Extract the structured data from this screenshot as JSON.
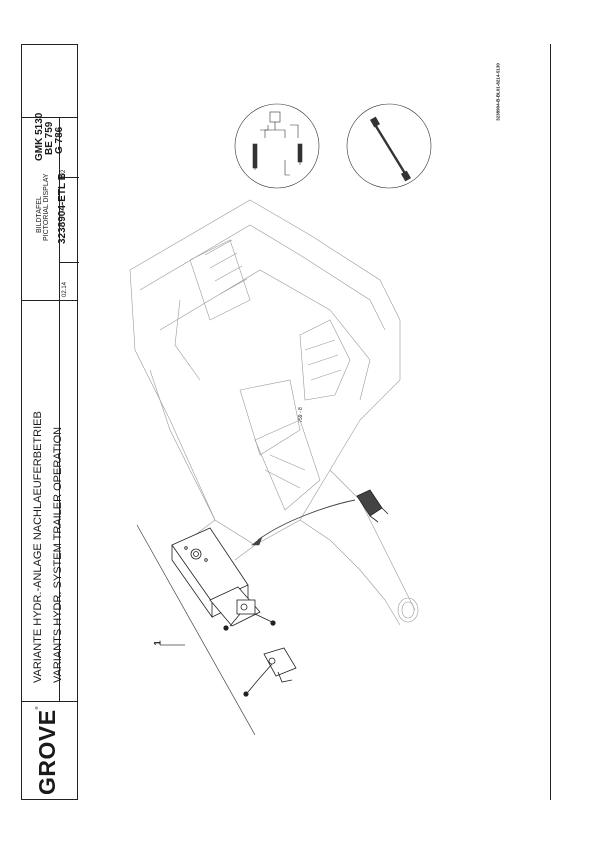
{
  "page_number": "759 - 8",
  "title_block": {
    "brand": "GROVE",
    "brand_mark": "®",
    "title_de": "VARIANTE HYDR.-ANLAGE NACHLAEUFERBETRIEB",
    "title_en": "VARIANTS HYDR. SYSTEM TRAILER OPERATION",
    "date": "02.14",
    "display_de": "BILDTAFEL",
    "display_en": "PICTORIAL DISPLAY",
    "part_number": "3238904-ETL B",
    "sheet": "1/2",
    "model_1": "GMK 5130",
    "model_2": "BE 759",
    "model_3": "G 786"
  },
  "document_reference": "3238904-B-BL01-8214-5130",
  "callout": "1"
}
